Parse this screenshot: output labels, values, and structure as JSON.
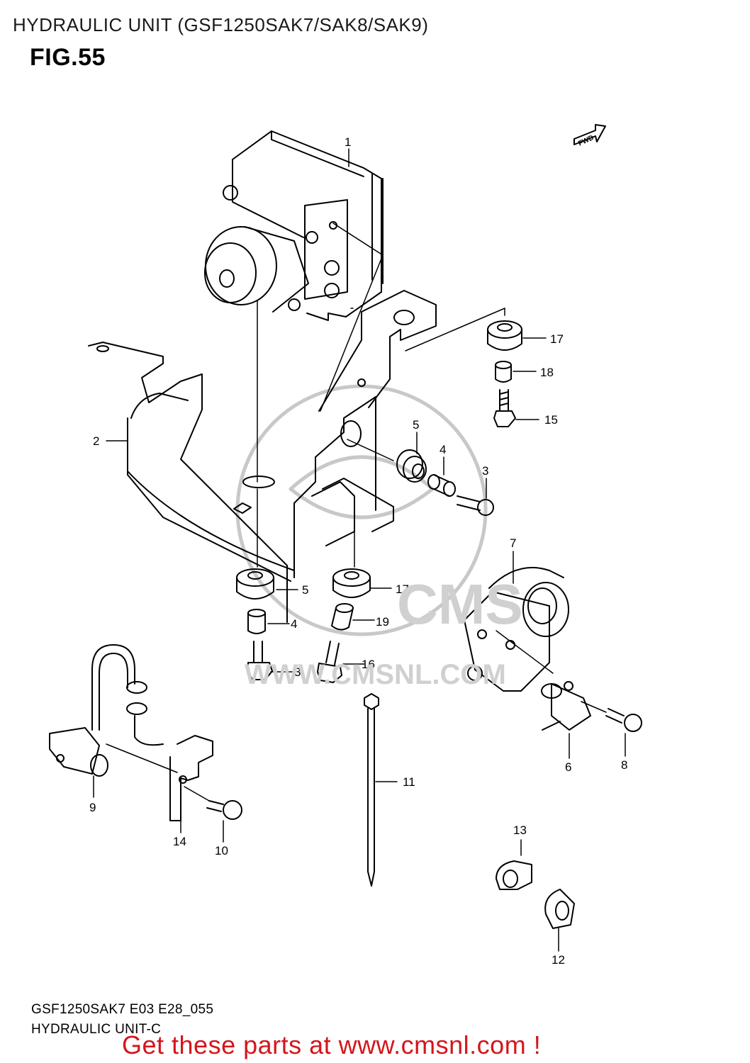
{
  "header": {
    "title": "HYDRAULIC UNIT (GSF1250SAK7/SAK8/SAK9)",
    "figure": "FIG.55"
  },
  "fwd_label": "FWD",
  "watermark": {
    "logo_text": "CMS",
    "url_text": "WWW.CMSNL.COM"
  },
  "callouts": [
    {
      "id": "c1",
      "text": "1"
    },
    {
      "id": "c2",
      "text": "2"
    },
    {
      "id": "c3a",
      "text": "3"
    },
    {
      "id": "c3b",
      "text": "3"
    },
    {
      "id": "c4a",
      "text": "4"
    },
    {
      "id": "c4b",
      "text": "4"
    },
    {
      "id": "c5a",
      "text": "5"
    },
    {
      "id": "c5b",
      "text": "5"
    },
    {
      "id": "c6",
      "text": "6"
    },
    {
      "id": "c7",
      "text": "7"
    },
    {
      "id": "c8",
      "text": "8"
    },
    {
      "id": "c9",
      "text": "9"
    },
    {
      "id": "c10",
      "text": "10"
    },
    {
      "id": "c11",
      "text": "11"
    },
    {
      "id": "c12",
      "text": "12"
    },
    {
      "id": "c13",
      "text": "13"
    },
    {
      "id": "c14",
      "text": "14"
    },
    {
      "id": "c15",
      "text": "15"
    },
    {
      "id": "c16",
      "text": "16"
    },
    {
      "id": "c17a",
      "text": "17"
    },
    {
      "id": "c17b",
      "text": "17"
    },
    {
      "id": "c18",
      "text": "18"
    },
    {
      "id": "c19",
      "text": "19"
    }
  ],
  "footer": {
    "code": "GSF1250SAK7 E03 E28_055",
    "subtitle": "HYDRAULIC UNIT-C",
    "cta": "Get these parts at www.cmsnl.com !",
    "cta_color": "#d4161c"
  }
}
